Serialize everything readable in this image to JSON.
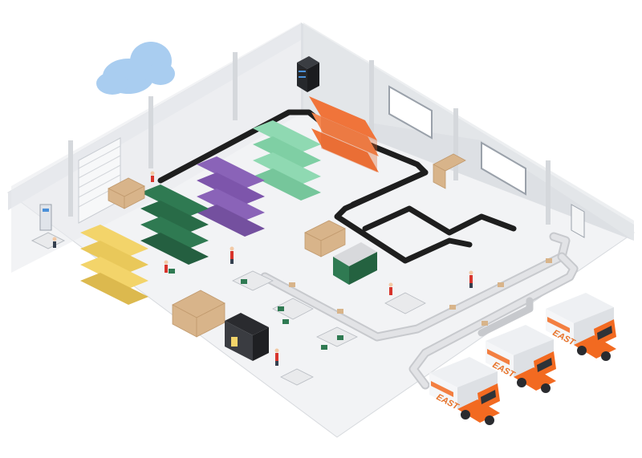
{
  "colors": {
    "floor": "#f2f3f5",
    "wall_light": "#e4e6ea",
    "wall_dark": "#cfd3d9",
    "cloud": "#a9cdf0",
    "shelf_orange": "#f0743a",
    "shelf_teal": "#8fd9b2",
    "shelf_purple": "#8a63b8",
    "shelf_green": "#2f7a52",
    "shelf_yellow": "#f3d46a",
    "conveyor_dark": "#1e1e1e",
    "conveyor_light": "#d9dadd",
    "box": "#d8b48a",
    "truck_orange": "#f26a21",
    "truck_white": "#f5f6f8",
    "worker_red": "#d8342c"
  },
  "trucks": [
    {
      "name": "truck-1",
      "label": "EAST"
    },
    {
      "name": "truck-2",
      "label": "EAST"
    },
    {
      "name": "truck-3",
      "label": "EAST"
    }
  ],
  "icons": [
    "cloud-icon",
    "server-rack",
    "roller-door",
    "window"
  ]
}
